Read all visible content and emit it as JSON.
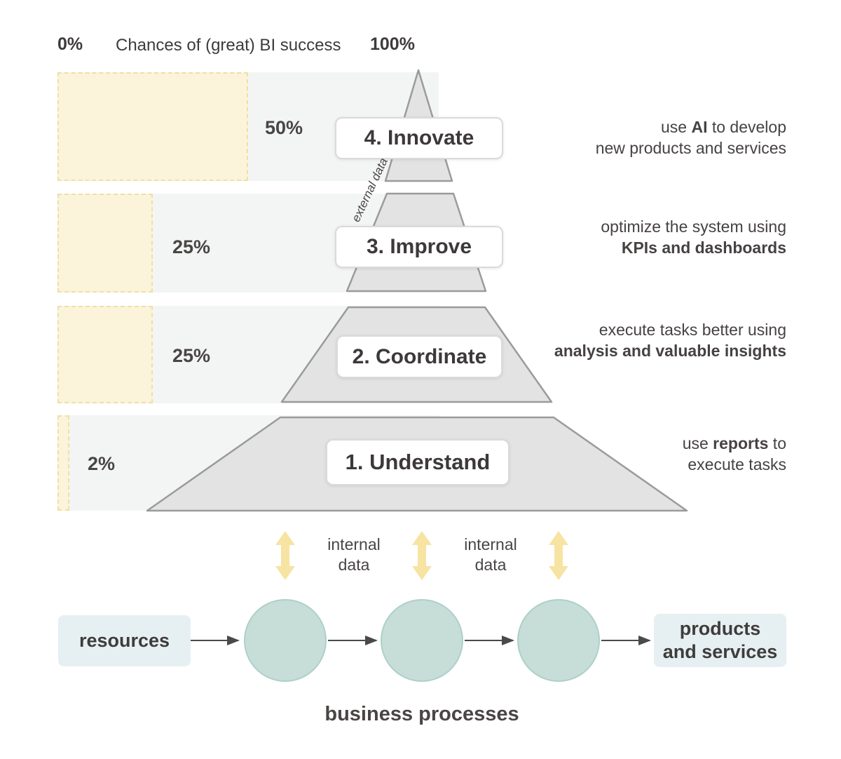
{
  "header": {
    "zero": "0%",
    "title": "Chances of (great) BI success",
    "hundred": "100%"
  },
  "levels": [
    {
      "rank": 4,
      "label": "4. Innovate",
      "percent": "50%",
      "value": 50,
      "annotation": {
        "l1_pre": "use ",
        "l1_bold": "AI",
        "l1_post": " to develop",
        "l2_pre": "new products and services",
        "l2_bold": "",
        "l2_post": ""
      }
    },
    {
      "rank": 3,
      "label": "3. Improve",
      "percent": "25%",
      "value": 25,
      "annotation": {
        "l1_pre": "optimize the system using",
        "l1_bold": "",
        "l1_post": "",
        "l2_pre": "",
        "l2_bold": "KPIs and dashboards",
        "l2_post": ""
      }
    },
    {
      "rank": 2,
      "label": "2. Coordinate",
      "percent": "25%",
      "value": 25,
      "annotation": {
        "l1_pre": "execute tasks better using",
        "l1_bold": "",
        "l1_post": "",
        "l2_pre": "",
        "l2_bold": "analysis and valuable insights",
        "l2_post": ""
      }
    },
    {
      "rank": 1,
      "label": "1. Understand",
      "percent": "2%",
      "value": 2,
      "annotation": {
        "l1_pre": "use ",
        "l1_bold": "reports",
        "l1_post": " to",
        "l2_pre": "execute tasks",
        "l2_bold": "",
        "l2_post": ""
      }
    }
  ],
  "pyramid_side_label": "external data",
  "flow": {
    "resources": "resources",
    "products_l1": "products",
    "products_l2": "and services",
    "internal_l1": "internal",
    "internal_l2": "data",
    "caption": "business processes"
  },
  "colors": {
    "bar_yellow_fill": "#fbf4da",
    "bar_yellow_border": "#eedfa7",
    "bar_gray": "#f3f5f5",
    "pyramid_fill": "#e3e3e3",
    "pyramid_stroke": "#9b9b9b",
    "arrow_yellow": "#f7e3a2",
    "circle_fill": "#c7ddd8",
    "circle_stroke": "#aed0c9",
    "flow_box_fill": "#e6f0f2",
    "connector": "#4a4a4a",
    "text_dark": "#3f3b3b"
  }
}
